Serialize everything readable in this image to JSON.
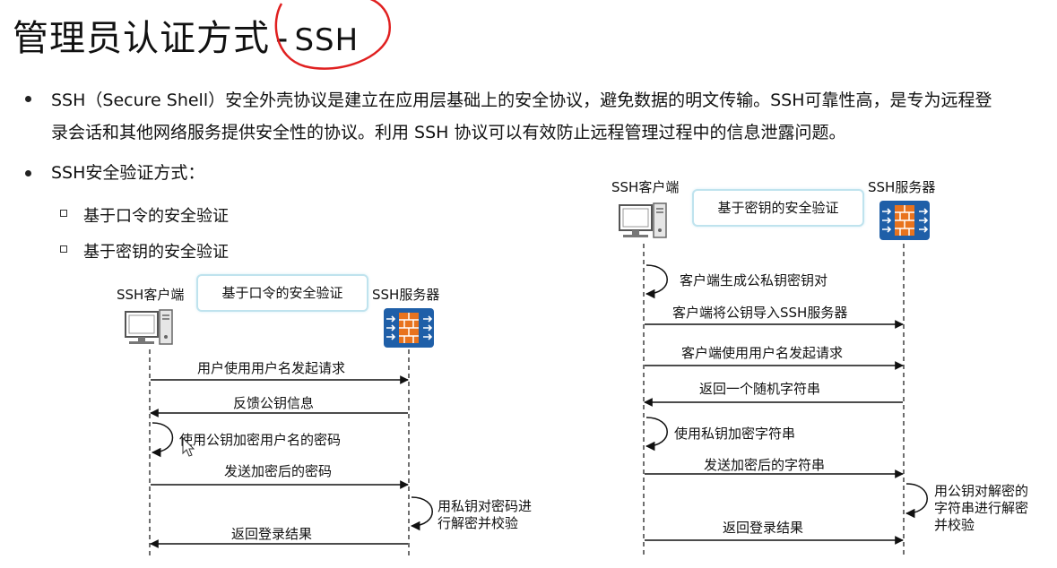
{
  "slide": {
    "title": "管理员认证方式",
    "title_sep": "-",
    "title_ssh": "SSH",
    "para1_line1": "SSH（Secure Shell）安全外壳协议是建立在应用层基础上的安全协议，避免数据的明文传输。SSH可靠性高，是专为远程登",
    "para1_line2": "录会话和其他网络服务提供安全性的协议。利用 SSH 协议可以有效防止远程管理过程中的信息泄露问题。",
    "para2": "SSH安全验证方式：",
    "sub1": "基于口令的安全验证",
    "sub2": "基于密钥的安全验证"
  },
  "left_diagram": {
    "client_label": "SSH客户端",
    "server_label": "SSH服务器",
    "pill": "基于口令的安全验证",
    "steps": {
      "s1": "用户使用用户名发起请求",
      "s2": "反馈公钥信息",
      "s3": "使用公钥加密用户名的密码",
      "s4": "发送加密后的密码",
      "s5_line1": "用私钥对密码进",
      "s5_line2": "行解密并校验",
      "s6": "返回登录结果"
    }
  },
  "right_diagram": {
    "client_label": "SSH客户端",
    "server_label": "SSH服务器",
    "pill": "基于密钥的安全验证",
    "steps": {
      "s1": "客户端生成公私钥密钥对",
      "s2": "客户端将公钥导入SSH服务器",
      "s3": "客户端使用用户名发起请求",
      "s4": "返回一个随机字符串",
      "s5": "使用私钥加密字符串",
      "s6": "发送加密后的字符串",
      "s7_line1": "用公钥对解密的",
      "s7_line2": "字符串进行解密",
      "s7_line3": "并校验",
      "s8": "返回登录结果"
    }
  },
  "colors": {
    "annotation_red": "#e02020",
    "server_blue": "#1f5fa8",
    "firewall_orange": "#e8731e",
    "pill_border": "#bfe3ee"
  }
}
